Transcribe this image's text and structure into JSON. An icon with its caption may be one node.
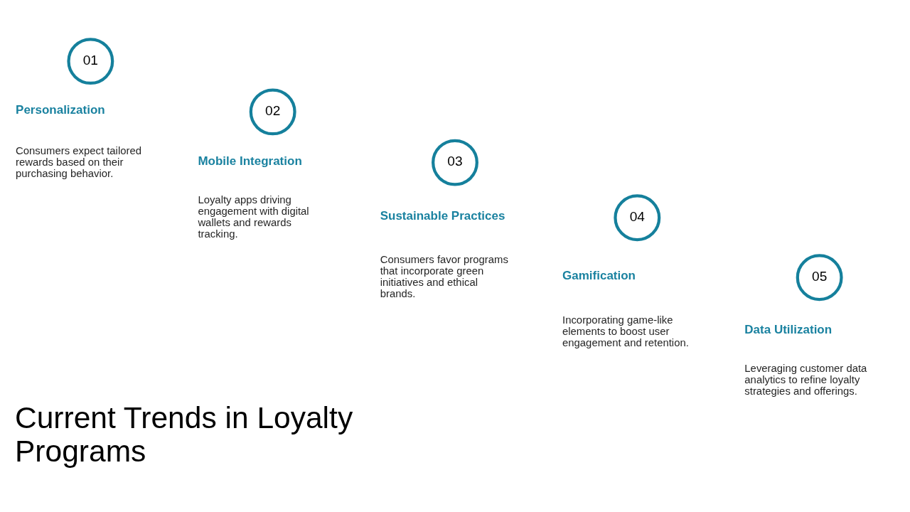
{
  "diagram": {
    "title": "Current Trends in Loyalty Programs",
    "nodes": [
      {
        "text": [
          "01"
        ],
        "beside": [
          "Personalization",
          "Consumers expect tailored rewards based on their purchasing behavior."
        ]
      },
      {
        "text": [
          "02"
        ],
        "beside": [
          "Mobile Integration",
          "Loyalty apps driving engagement with digital wallets and rewards tracking."
        ]
      },
      {
        "text": [
          "03"
        ],
        "beside": [
          "Sustainable Practices",
          "Consumers favor programs that incorporate green initiatives and ethical brands."
        ]
      },
      {
        "text": [
          "04"
        ],
        "beside": [
          "Gamification",
          "Incorporating game-like elements to boost user engagement and retention."
        ]
      },
      {
        "text": [
          "05"
        ],
        "beside": [
          "Data Utilization",
          "Leveraging customer data analytics to refine loyalty strategies and offerings."
        ]
      }
    ]
  }
}
